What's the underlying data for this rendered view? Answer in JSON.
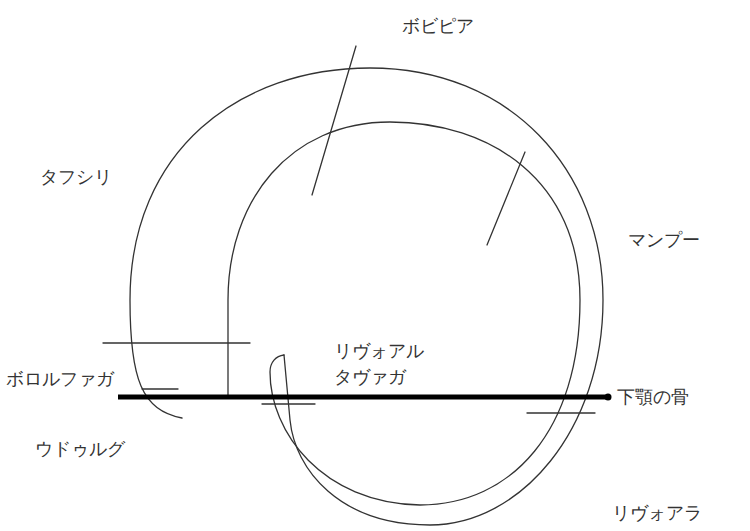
{
  "diagram": {
    "labels": [
      "ボビピア",
      "タフシリ",
      "マンプー",
      "リヴォアル タヴァガ",
      "ボロルファガ",
      "下顎の骨",
      "ウドゥルグ",
      "リヴォアラ"
    ]
  }
}
